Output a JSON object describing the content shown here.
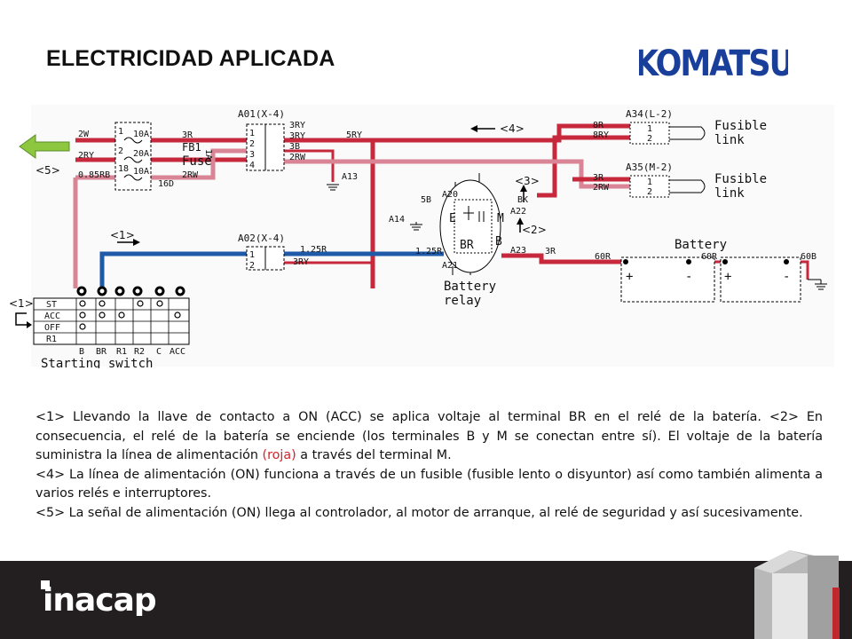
{
  "title": "ELECTRICIDAD APLICADA",
  "logo_text": "KOMATSU",
  "brand_text": "inacap",
  "colors": {
    "red_wire": "#c8283c",
    "pink_wire": "#d98595",
    "blue_wire": "#1f5aa8",
    "logo_blue": "#1a3f9a",
    "highlight": "#d2232a"
  },
  "diagram": {
    "callouts": {
      "c1a": "<1>",
      "c1b": "<1>",
      "c2": "<2>",
      "c3": "<3>",
      "c4": "<4>",
      "c5": "<5>"
    },
    "fuse_block": {
      "n1": "1",
      "n2": "2",
      "n3": "18",
      "a1": "10A",
      "a2": "20A",
      "a3": "10A",
      "fb1": "FB1",
      "fuse": "Fuse",
      "wire_3r": "3R",
      "pin_1a": "1A",
      "pin_16d": "16D",
      "wire_2rw": "2RW"
    },
    "left_wires": {
      "w1": "2W",
      "w2": "2RY",
      "w3": "0.85RB"
    },
    "a01": {
      "label": "A01(X-4)",
      "p1": "1",
      "p2": "2",
      "p3": "3",
      "p4": "4",
      "w1": "3RY",
      "w2": "3RY",
      "w3": "3B",
      "w4": "2RW",
      "out": "5RY"
    },
    "a13": "A13",
    "a02": {
      "label": "A02(X-4)",
      "p1": "1",
      "p2": "2",
      "w1": "1.25R",
      "w2": "3RY"
    },
    "relay": {
      "a20": "A20",
      "a21": "A21",
      "a22": "A22",
      "a23": "A23",
      "a14": "A14",
      "w5b": "5B",
      "w125r": "1.25R",
      "wbk": "BK",
      "w3r": "3R",
      "e": "E",
      "m": "M",
      "br": "BR",
      "b": "B",
      "name1": "Battery",
      "name2": "relay"
    },
    "fusible1": {
      "label": "A34(L-2)",
      "w1": "8R",
      "w2": "8RY",
      "p1": "1",
      "p2": "2",
      "t1": "Fusible",
      "t2": "link"
    },
    "fusible2": {
      "label": "A35(M-2)",
      "w1": "3R",
      "w2": "2RW",
      "p1": "1",
      "p2": "2",
      "t1": "Fusible",
      "t2": "link"
    },
    "battery": {
      "label": "Battery",
      "w1": "60R",
      "w2": "60R",
      "w3": "60B",
      "plus1": "+",
      "minus1": "-",
      "plus2": "+",
      "minus2": "-"
    },
    "switch": {
      "r1": "ST",
      "r2": "ACC",
      "r3": "OFF",
      "r4": "R1",
      "c1": "B",
      "c2": "BR",
      "c3": "R1",
      "c4": "R2",
      "c5": "C",
      "c6": "ACC",
      "name": "Starting switch"
    }
  },
  "description": {
    "p1_a": "<1> Llevando la llave de contacto a ON (ACC) se aplica voltaje al terminal BR en el relé de la batería. <2> En consecuencia, el relé de la batería se enciende (los terminales B y M se conectan entre sí). El voltaje de la batería suministra la línea de alimentación ",
    "p1_red": "(roja)",
    "p1_b": " a través del terminal M.",
    "p2": "<4> La línea de alimentación (ON) funciona a través de un fusible (fusible lento o disyuntor) así como también alimenta a varios relés e interruptores.",
    "p3": "<5> La señal de alimentación (ON) llega al controlador, al motor de arranque, al relé de seguridad y así sucesivamente."
  }
}
